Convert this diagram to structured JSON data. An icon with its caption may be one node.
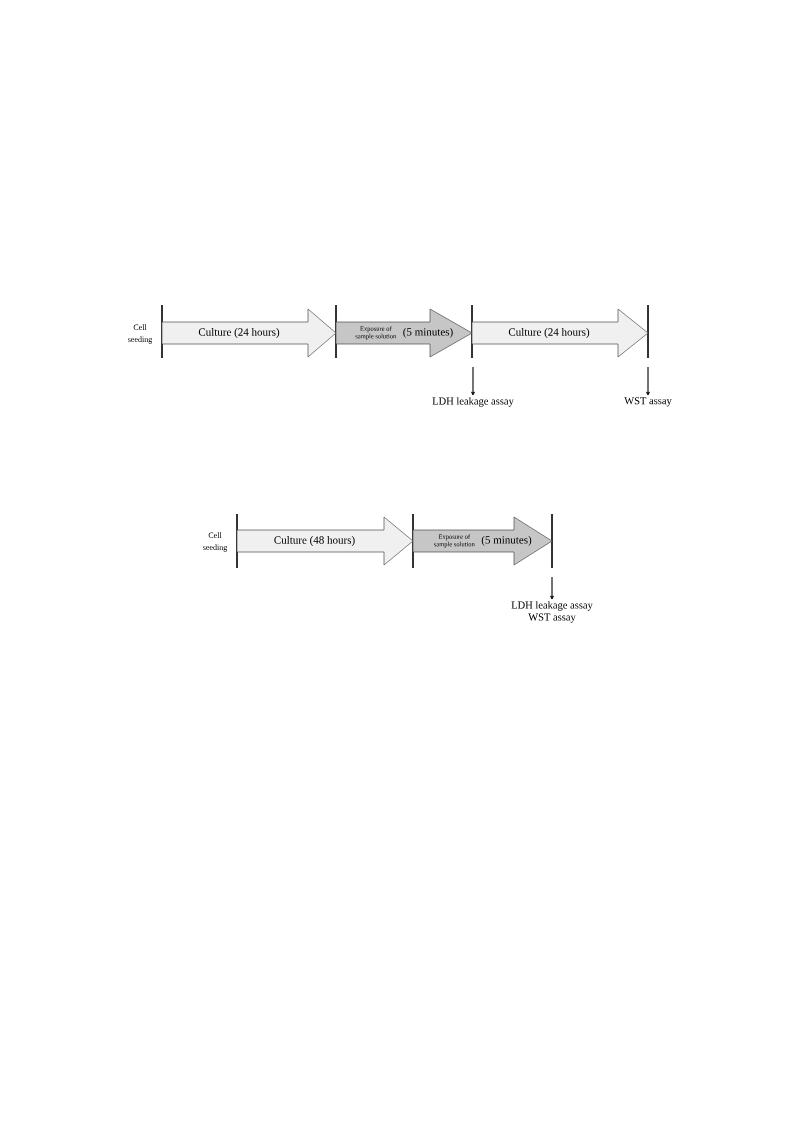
{
  "diagram": {
    "nodes": [
      {
        "text": [
          "Culture (24 hours)"
        ]
      },
      {
        "text": [
          "Exposure of sample solution",
          "(5 minutes)"
        ]
      },
      {
        "text": [
          "Culture (24 hours)"
        ]
      },
      {
        "text": [
          "LDH leakage assay"
        ]
      },
      {
        "text": [
          "WST assay"
        ]
      },
      {
        "text": [
          "Culture (48 hours)"
        ]
      },
      {
        "text": [
          "Exposure of sample solution",
          "(5 minutes)"
        ]
      },
      {
        "text": [
          "LDH leakage assay",
          "WST assay"
        ]
      }
    ],
    "edges": [
      {
        "from": null,
        "to": 3,
        "arrow": "to"
      },
      {
        "from": null,
        "to": 4,
        "arrow": "to"
      },
      {
        "from": null,
        "to": 7,
        "arrow": "to"
      }
    ],
    "labels": [
      "Cell seeding",
      "Cell seeding"
    ]
  }
}
